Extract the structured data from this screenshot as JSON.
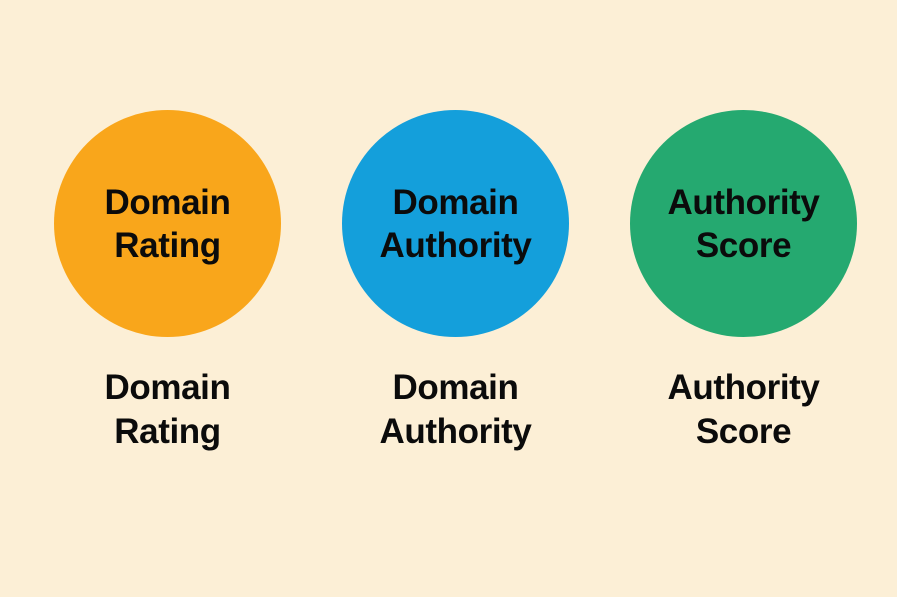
{
  "background_color": "#fcefd6",
  "text_color": "#0b0b0b",
  "metrics": [
    {
      "id": "domain-rating",
      "circle_color": "#f9a61b",
      "circle_label_line1": "Domain",
      "circle_label_line2": "Rating",
      "caption_line1": "Domain",
      "caption_line2": "Rating"
    },
    {
      "id": "domain-authority",
      "circle_color": "#149fdb",
      "circle_label_line1": "Domain",
      "circle_label_line2": "Authority",
      "caption_line1": "Domain",
      "caption_line2": "Authority"
    },
    {
      "id": "authority-score",
      "circle_color": "#25a970",
      "circle_label_line1": "Authority",
      "circle_label_line2": "Score",
      "caption_line1": "Authority",
      "caption_line2": "Score"
    }
  ]
}
